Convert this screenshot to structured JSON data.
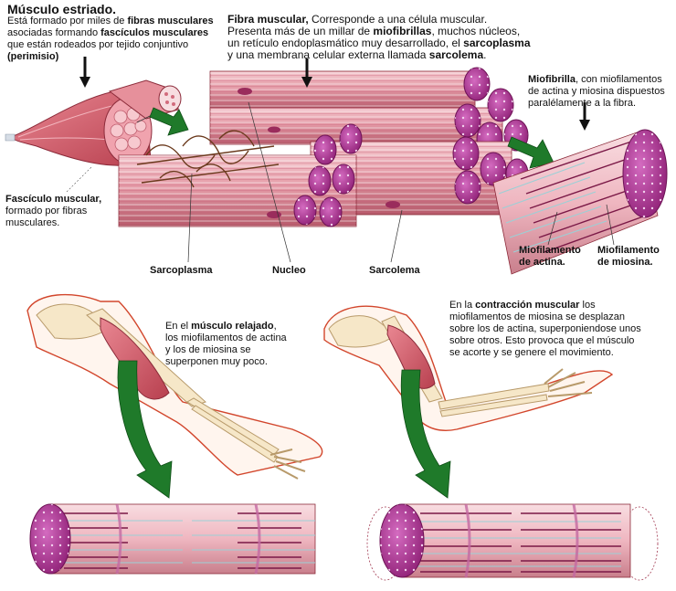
{
  "intro": {
    "title": "Músculo estriado",
    "line1": "Está formado por miles de ",
    "line1_b": "fibras musculares",
    "line2": "asociadas formando ",
    "line2_b": "fascículos musculares",
    "line3": "que están rodeados por tejido conjuntivo",
    "line4_b": "(perimisio)"
  },
  "fibra": {
    "title": "Fibra muscular,",
    "line1": " Corresponde a una célula muscular.",
    "line2": "Presenta más de un millar de ",
    "line2_b": "miofibrillas",
    "line2_c": ", muchos núcleos,",
    "line3": "un retículo endoplasmático muy desarrollado, el ",
    "line3_b": "sarcoplasma",
    "line4": "y una membrana celular externa llamada ",
    "line4_b": "sarcolema",
    "line4_c": "."
  },
  "miofibrilla": {
    "title": "Miofibrilla",
    "line1": ", con miofilamentos",
    "line2": "de actina y miosina dispuestos",
    "line3": "paralélamente a la fibra."
  },
  "fasciculo": {
    "title": "Fascículo muscular,",
    "line2": "formado por fibras",
    "line3": "musculares."
  },
  "labels": {
    "sarcoplasma": "Sarcoplasma",
    "nucleo": "Nucleo",
    "sarcolema": "Sarcolema",
    "actina_1": "Miofilamento",
    "actina_2": "de actina.",
    "miosina_1": "Miofilamento",
    "miosina_2": "de miosina."
  },
  "relajado": {
    "line1": "En el ",
    "line1_b": "músculo relajado",
    "line1_c": ",",
    "line2": "los miofilamentos de actina",
    "line3": "y los de miosina se",
    "line4": "superponen muy poco."
  },
  "contraccion": {
    "line1": "En la ",
    "line1_b": "contracción muscular",
    "line1_c": " los",
    "line2": "miofilamentos de miosina se desplazan",
    "line3": "sobre los de actina, superponiendose unos",
    "line4": "sobre otros. Esto provoca que el músculo",
    "line5": "se acorte y se genere el movimiento."
  },
  "colors": {
    "muscle": "#d9747f",
    "muscle_dark": "#b0465a",
    "fiber_pink": "#e7a3ad",
    "fiber_end": "#a8278f",
    "arrow_green": "#1f7a2a",
    "bone": "#f6e7c8",
    "skin_outline": "#d2462c"
  }
}
